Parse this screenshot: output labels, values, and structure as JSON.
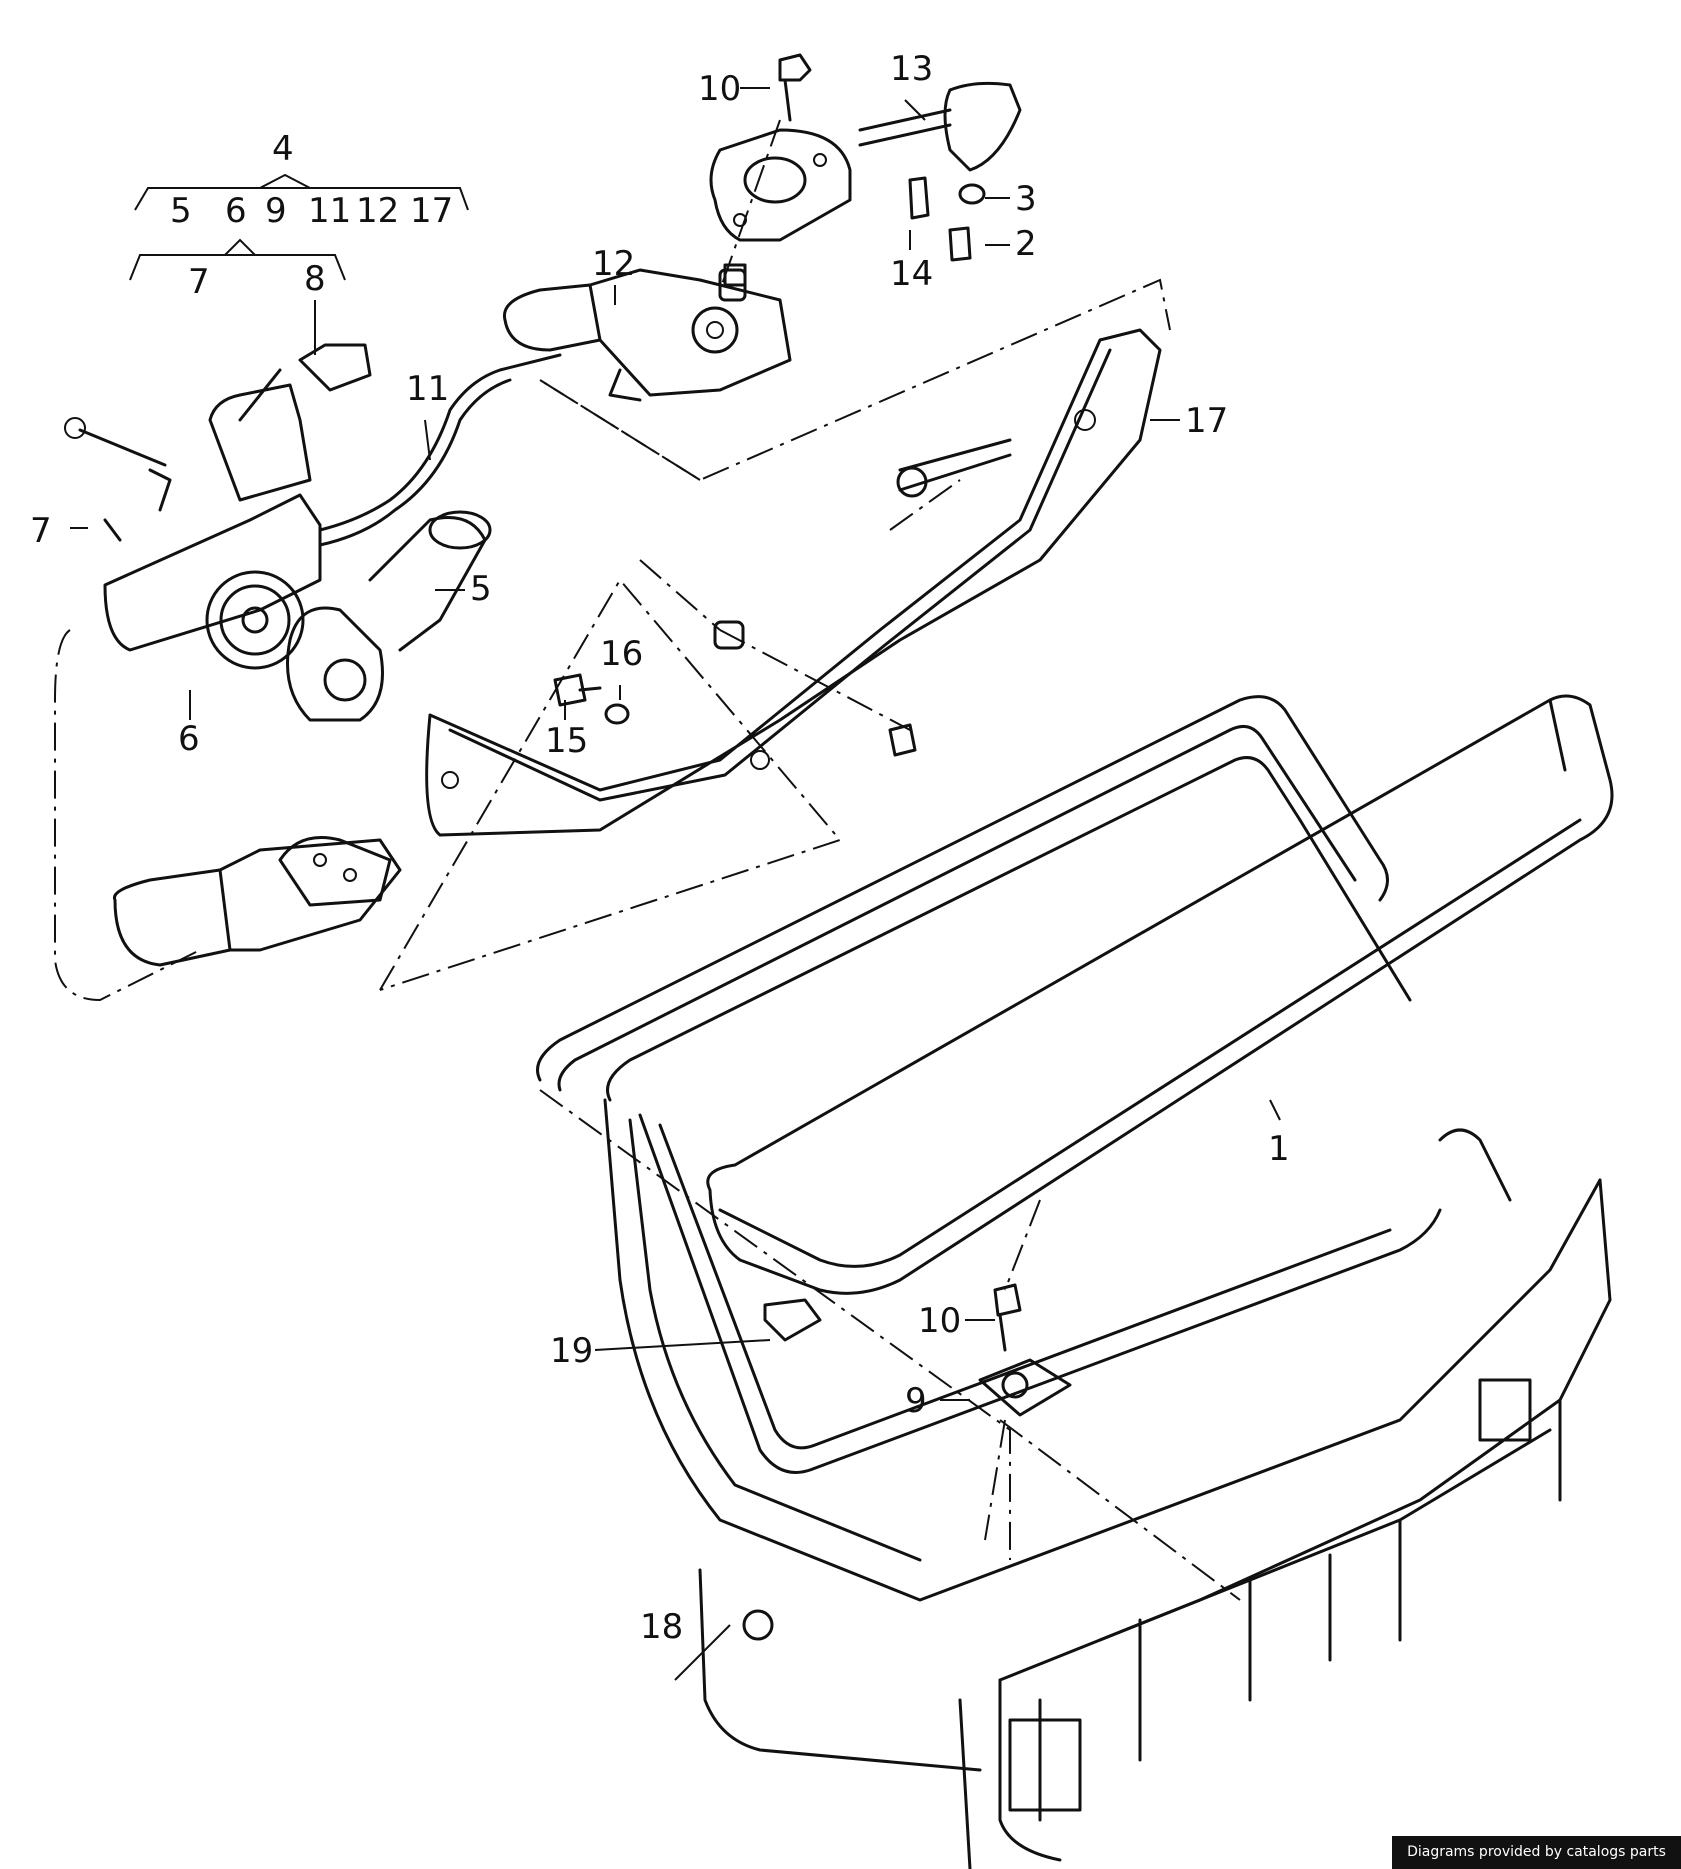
{
  "labels": {
    "1": "1",
    "2": "2",
    "3": "3",
    "4": "4",
    "5": "5",
    "6": "6",
    "7": "7",
    "8": "8",
    "9": "9",
    "10": "10",
    "11": "11",
    "12": "12",
    "13": "13",
    "14": "14",
    "15": "15",
    "16": "16",
    "17": "17",
    "18": "18",
    "19": "19"
  },
  "group_4_members": [
    "5",
    "6",
    "9",
    "11",
    "12",
    "17"
  ],
  "group_6_members": [
    "7",
    "8"
  ],
  "credit": "Diagrams provided by catalogs parts"
}
